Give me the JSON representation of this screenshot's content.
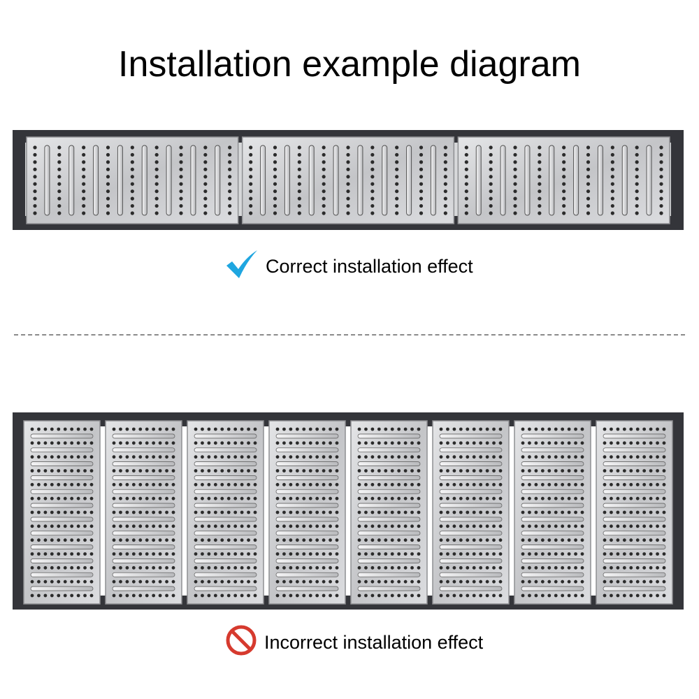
{
  "title": "Installation example diagram",
  "correct": {
    "caption": "Correct installation effect",
    "icon": "checkmark-icon",
    "icon_color": "#1fa6e0",
    "grate_count": 3
  },
  "incorrect": {
    "caption": "Incorrect installation effect",
    "icon": "prohibited-icon",
    "icon_color": "#d63a2e",
    "grate_count": 8
  },
  "colors": {
    "channel": "#34353a",
    "grate_metal": "#c9cacc",
    "grate_hole": "#2b2b2b"
  }
}
